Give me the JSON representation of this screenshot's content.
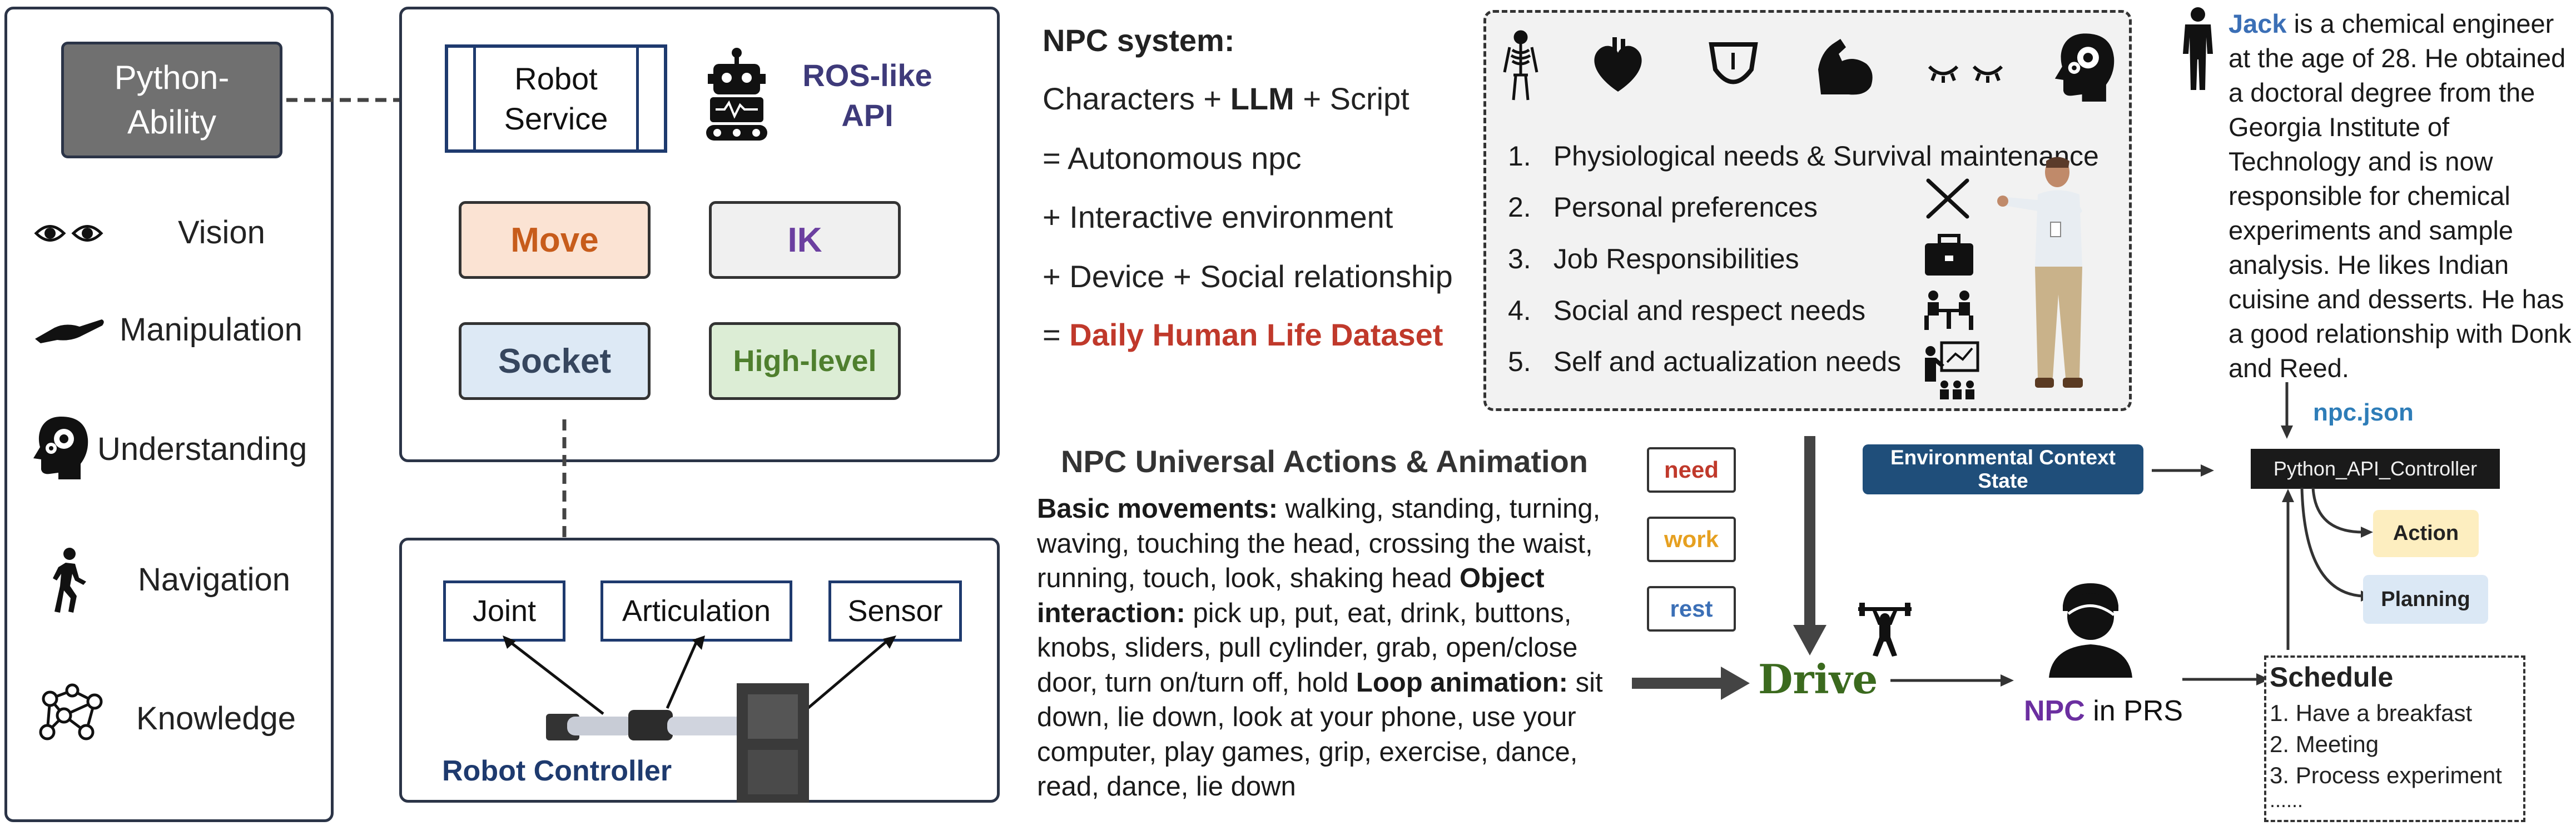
{
  "left_panel": {
    "python_ability": "Python-\nAbility",
    "abilities": [
      "Vision",
      "Manipulation",
      "Understanding",
      "Navigation",
      "Knowledge"
    ]
  },
  "robot_service_panel": {
    "robot_service": "Robot\nService",
    "ros_api": "ROS-like\nAPI",
    "modules": {
      "move": "Move",
      "ik": "IK",
      "socket": "Socket",
      "high_level": "High-level"
    }
  },
  "robot_controller_panel": {
    "joint": "Joint",
    "articulation": "Articulation",
    "sensor": "Sensor",
    "title": "Robot Controller"
  },
  "npc_system": {
    "title": "NPC system:",
    "line1_a": "Characters + ",
    "line1_b": "LLM",
    "line1_c": " + Script",
    "line2": "= Autonomous npc",
    "line3": "+ Interactive environment",
    "line4": "+ Device + Social relationship",
    "line5_a": "= ",
    "line5_b": "Daily Human Life Dataset"
  },
  "needs_panel": {
    "items": [
      {
        "num": "1.",
        "text": "Physiological needs & Survival maintenance"
      },
      {
        "num": "2.",
        "text": "Personal preferences"
      },
      {
        "num": "3.",
        "text": "Job Responsibilities"
      },
      {
        "num": "4.",
        "text": "Social and respect needs"
      },
      {
        "num": "5.",
        "text": "Self and actualization needs"
      }
    ]
  },
  "jack": {
    "name": "Jack",
    "description": " is a chemical engineer at the age of 28. He obtained a doctoral degree from the Georgia Institute of Technology and is now responsible for chemical experiments and sample analysis. He likes Indian cuisine and desserts. He has a good relationship with Donk and Reed."
  },
  "actions": {
    "title": "NPC Universal Actions & Animation",
    "basic_label": "Basic movements:",
    "basic_text": " walking, standing, turning, waving, touching the head, crossing the waist, running, touch, look, shaking head",
    "object_label": "Object interaction:",
    "object_text": " pick up, put, eat, drink, buttons, knobs, sliders, pull cylinder, grab, open/close door, turn on/turn off, hold",
    "loop_label": "Loop animation:",
    "loop_text": " sit down, lie down, look at your phone, use your computer, play games, grip, exercise, dance, read, dance, lie down"
  },
  "drive_flow": {
    "states": [
      "need",
      "work",
      "rest"
    ],
    "state_colors": [
      "#c0392b",
      "#e6a020",
      "#3b6fb6"
    ],
    "drive": "Drive",
    "npc": "NPC",
    "in_prs": " in PRS",
    "env_context": "Environmental Context State",
    "npc_json": "npc.json",
    "controller": "Python_API_Controller",
    "action": "Action",
    "planning": "Planning",
    "schedule_title": "Schedule",
    "schedule_items": [
      "1. Have a breakfast",
      "2. Meeting",
      "3. Process experiment",
      "......"
    ]
  }
}
